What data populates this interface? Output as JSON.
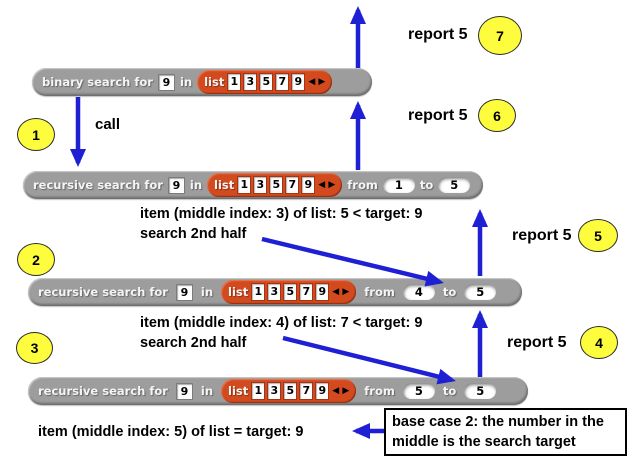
{
  "colors": {
    "arrow_blue": "#1f1fd4",
    "block_gray": "#9d9d9d",
    "list_orange": "#d44a1f",
    "badge_yellow": "#fdfd3e"
  },
  "icons": {
    "list_arrows": "◀ ▶"
  },
  "blocks": {
    "binary": {
      "label": "binary search for",
      "target": "9",
      "in": "in",
      "list": {
        "label": "list",
        "items": [
          "1",
          "3",
          "5",
          "7",
          "9"
        ]
      }
    },
    "recursive": [
      {
        "label": "recursive search for",
        "target": "9",
        "in": "in",
        "list": {
          "label": "list",
          "items": [
            "1",
            "3",
            "5",
            "7",
            "9"
          ]
        },
        "from_label": "from",
        "from": "1",
        "to_label": "to",
        "to": "5"
      },
      {
        "label": "recursive search for",
        "target": "9",
        "in": "in",
        "list": {
          "label": "list",
          "items": [
            "1",
            "3",
            "5",
            "7",
            "9"
          ]
        },
        "from_label": "from",
        "from": "4",
        "to_label": "to",
        "to": "5"
      },
      {
        "label": "recursive search for",
        "target": "9",
        "in": "in",
        "list": {
          "label": "list",
          "items": [
            "1",
            "3",
            "5",
            "7",
            "9"
          ]
        },
        "from_label": "from",
        "from": "5",
        "to_label": "to",
        "to": "5"
      }
    ]
  },
  "badges": [
    "1",
    "2",
    "3",
    "4",
    "5",
    "6",
    "7"
  ],
  "labels": {
    "call": "call"
  },
  "reports": [
    {
      "label": "report 5",
      "badge": "7"
    },
    {
      "label": "report 5",
      "badge": "6"
    },
    {
      "label": "report 5",
      "badge": "5"
    },
    {
      "label": "report 5",
      "badge": "4"
    }
  ],
  "annotations": {
    "step2": {
      "line1": "item (middle index: 3) of list: 5 < target: 9",
      "line2": "search 2nd half"
    },
    "step3": {
      "line1": "item (middle index: 4) of list: 7 < target: 9",
      "line2": "search 2nd half"
    },
    "base": "item (middle index: 5) of list = target: 9",
    "base_case": {
      "line1": "base case 2: the number in the",
      "line2": "middle is the search target"
    }
  }
}
